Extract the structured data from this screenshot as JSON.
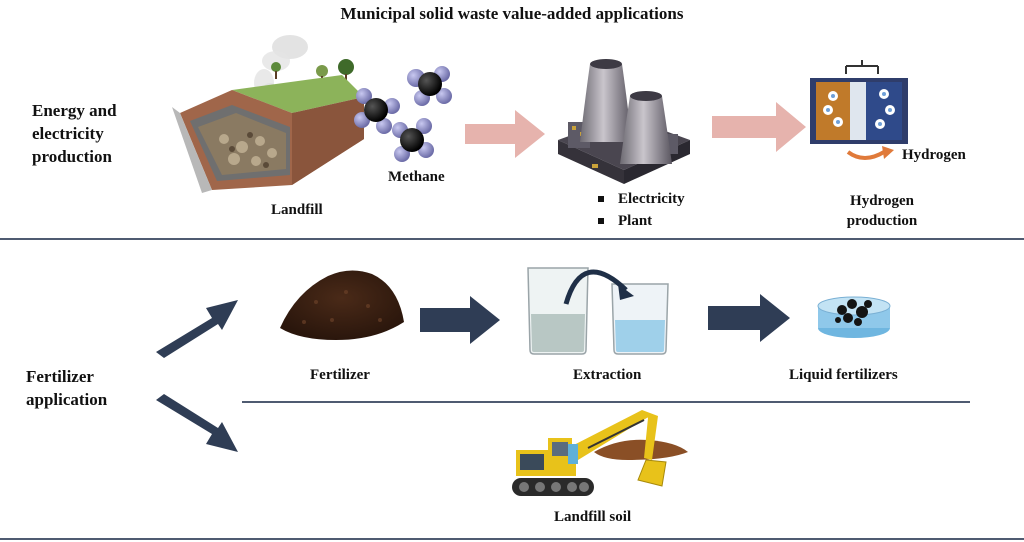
{
  "title": "Municipal solid waste value-added applications",
  "energy": {
    "section_label_line1": "Energy and",
    "section_label_line2": "electricity",
    "section_label_line3": "production",
    "landfill_label": "Landfill",
    "methane_label": "Methane",
    "plant_items": [
      "Electricity",
      "Plant"
    ],
    "hydrogen_label": "Hydrogen",
    "hydrogen_production_line1": "Hydrogen",
    "hydrogen_production_line2": "production"
  },
  "fertilizer": {
    "section_label_line1": "Fertilizer",
    "section_label_line2": "application",
    "fertilizer_label": "Fertilizer",
    "extraction_label": "Extraction",
    "liquid_label": "Liquid fertilizers",
    "landfill_soil_label": "Landfill soil"
  },
  "colors": {
    "pink_arrow": "#e6b3ad",
    "navy_arrow": "#2f3d55",
    "divider": "#4f5b71"
  }
}
